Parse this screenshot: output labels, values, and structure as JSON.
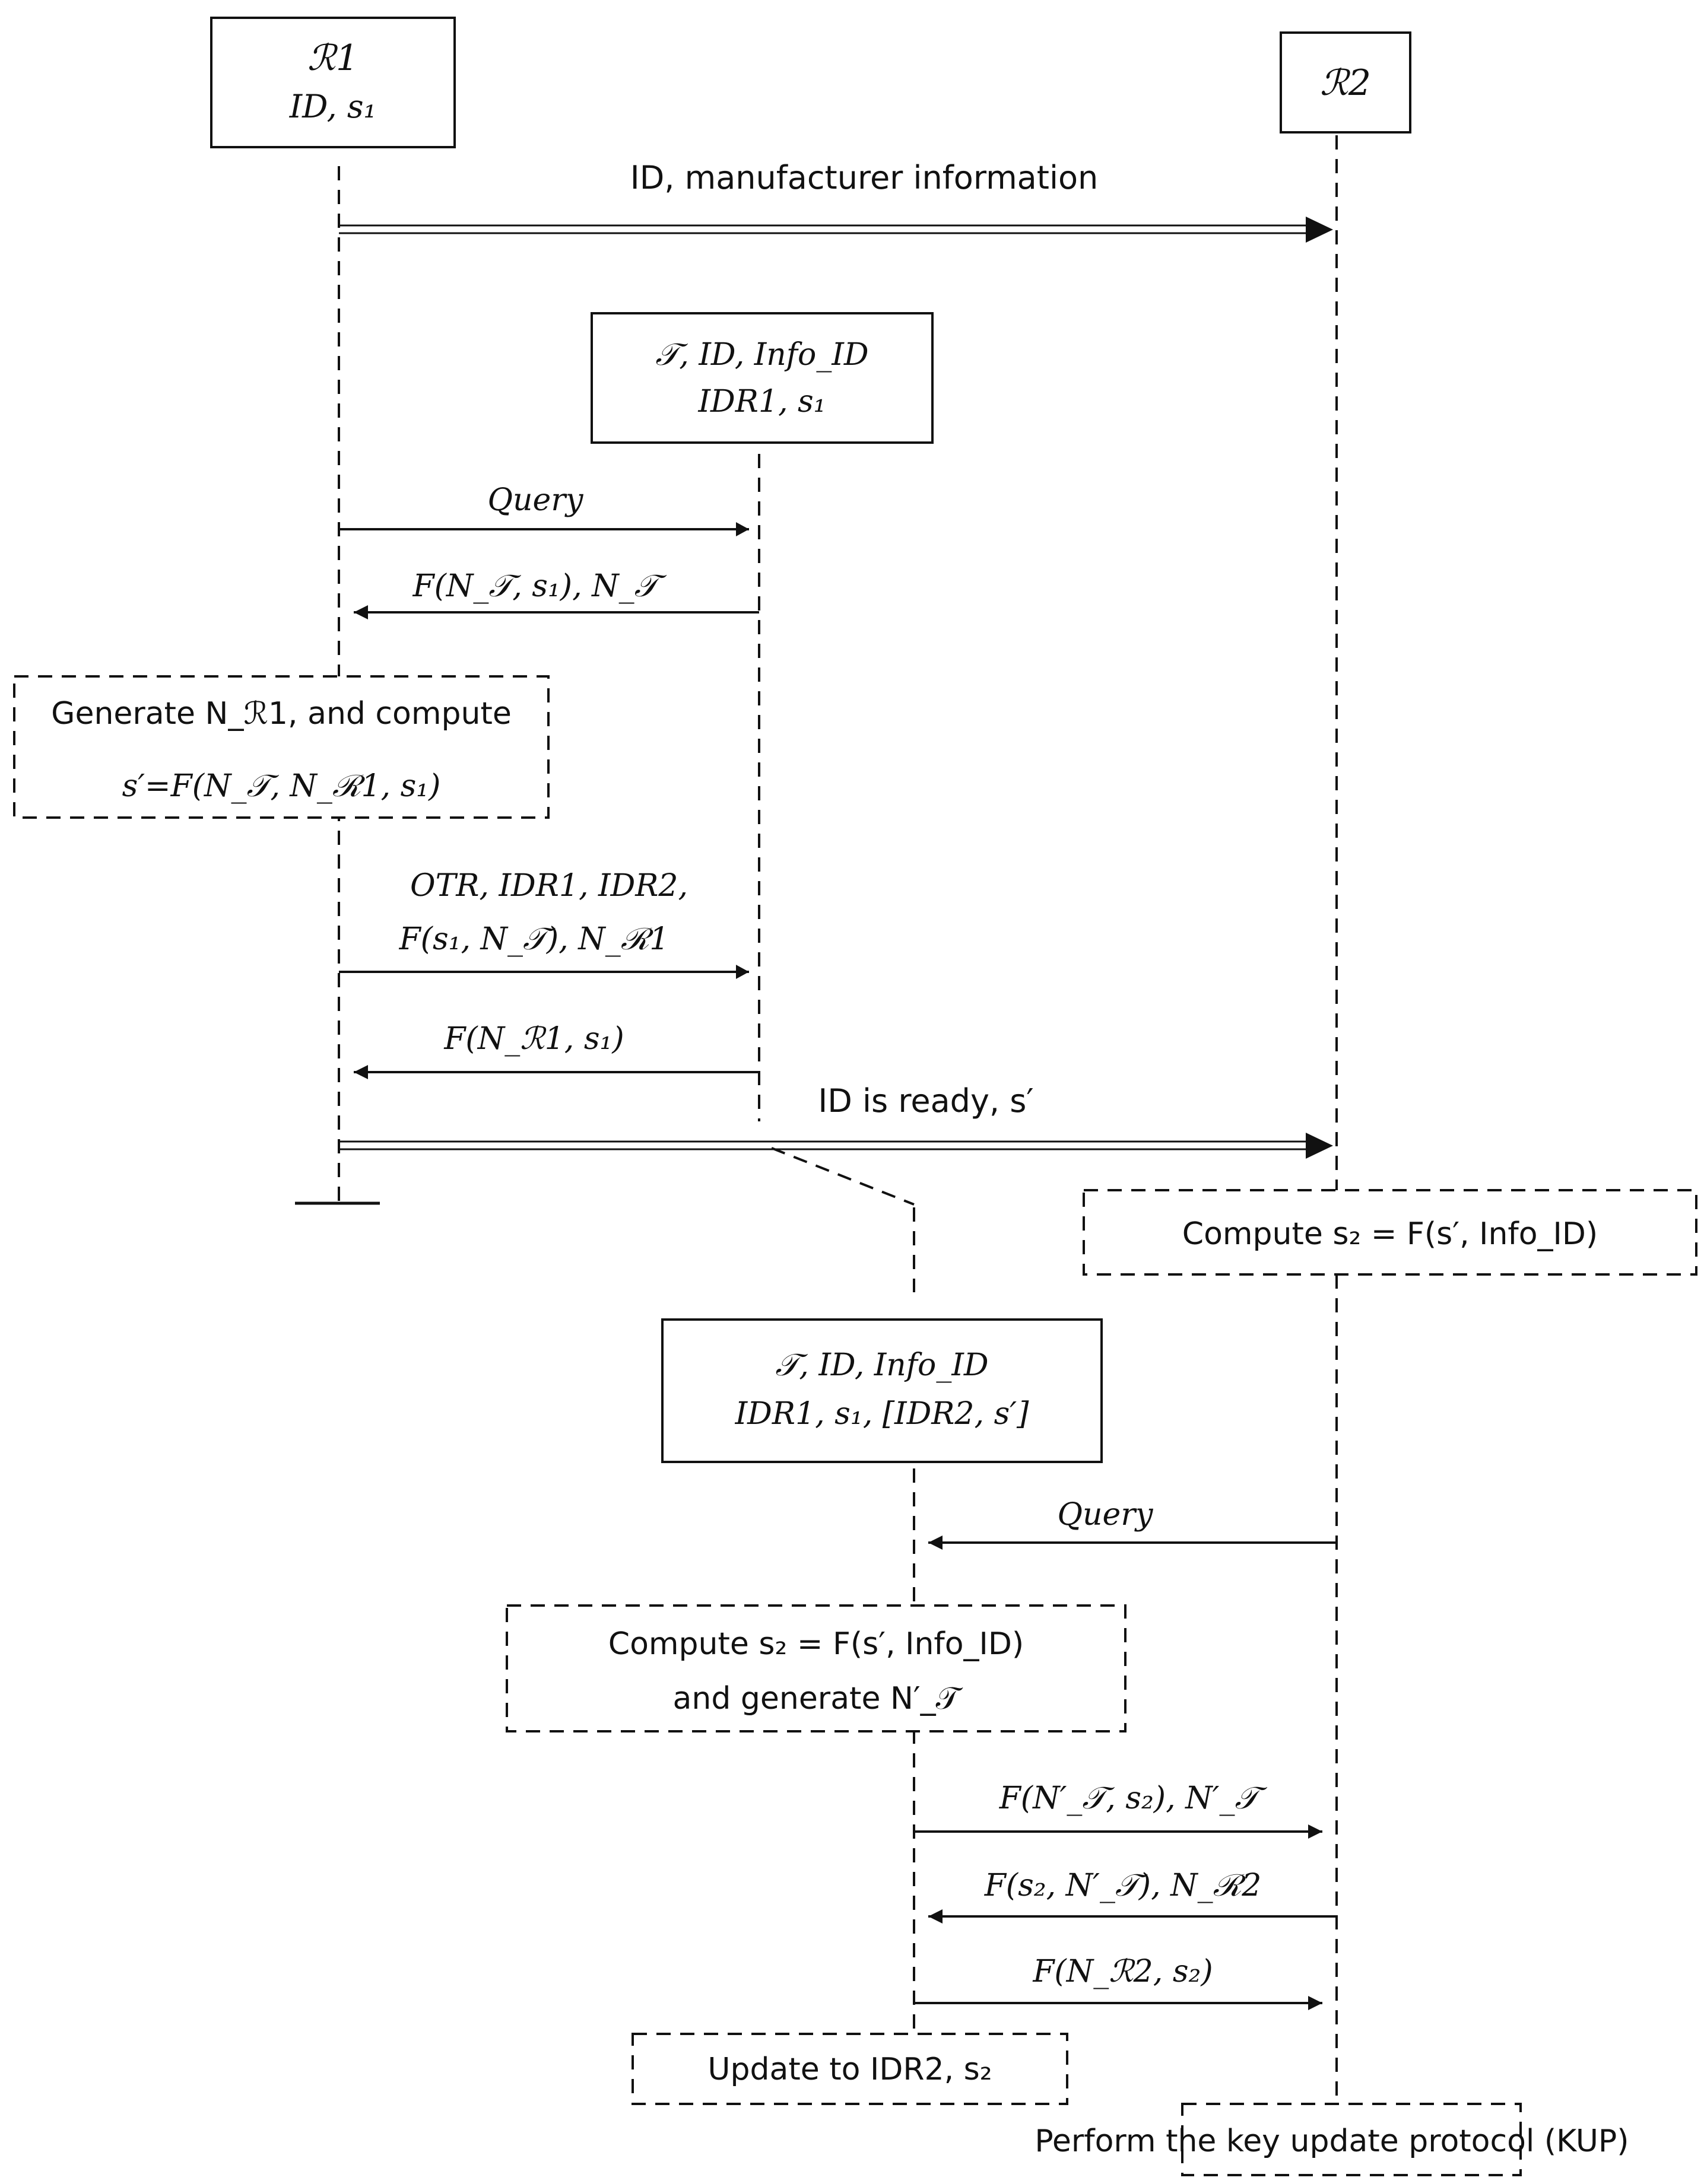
{
  "participants": {
    "r1": {
      "name": "ℛ1",
      "state": "ID, s₁"
    },
    "r2": {
      "name": "ℛ2"
    },
    "tag_initial": {
      "line1": "𝒯, ID, Info_ID",
      "line2": "IDR1, s₁"
    },
    "tag_updated": {
      "line1": "𝒯, ID, Info_ID",
      "line2": "IDR1, s₁, [IDR2, s′]"
    }
  },
  "messages": {
    "m1": "ID, manufacturer information",
    "m2": "Query",
    "m3": "F(N_𝒯, s₁), N_𝒯",
    "m4_line1": "OTR, IDR1, IDR2,",
    "m4_line2": "F(s₁, N_𝒯), N_ℛ1",
    "m5": "F(N_ℛ1, s₁)",
    "m6": "ID is ready, s′",
    "m7": "Query",
    "m8": "F(N′_𝒯, s₂), N′_𝒯",
    "m9": "F(s₂, N′_𝒯), N_ℛ2",
    "m10": "F(N_ℛ2, s₂)"
  },
  "notes": {
    "r1_compute_line1": "Generate N_ℛ1, and compute",
    "r1_compute_line2": "s′=F(N_𝒯, N_ℛ1, s₁)",
    "r2_compute": "Compute s₂ = F(s′, Info_ID)",
    "tag_compute_line1": "Compute s₂ = F(s′, Info_ID)",
    "tag_compute_line2": "and generate N′_𝒯",
    "tag_update": "Update to IDR2, s₂",
    "kup": "Perform the key update protocol (KUP)"
  }
}
